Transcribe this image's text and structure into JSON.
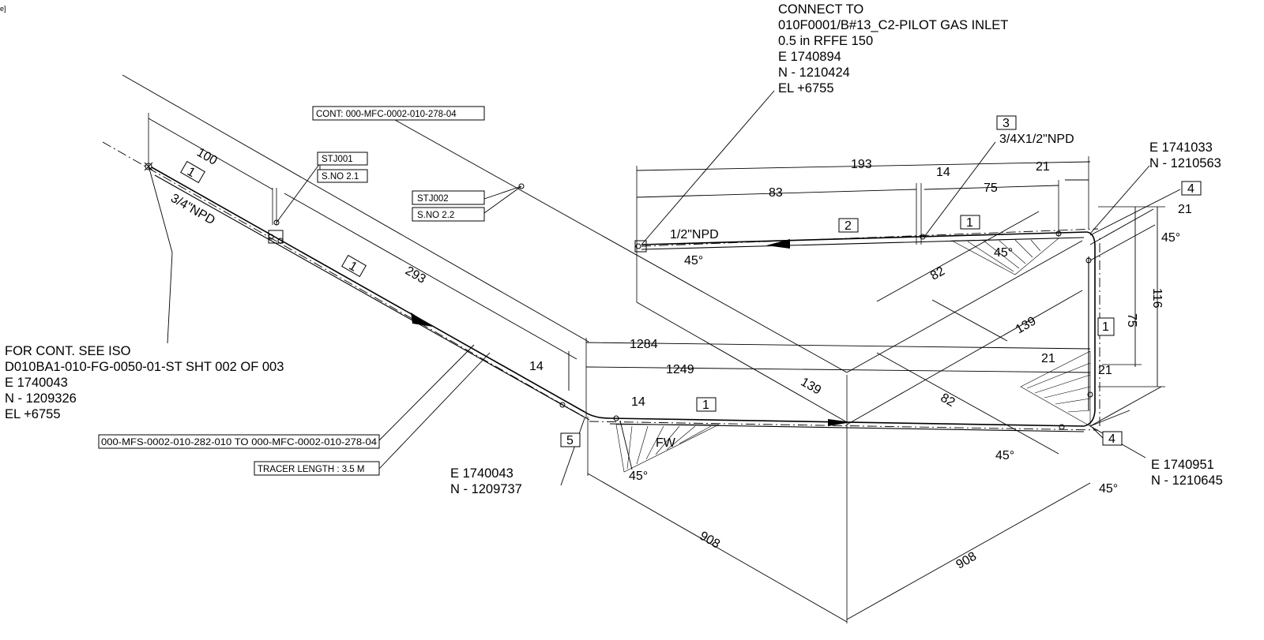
{
  "corner_text": "e]",
  "connect_note": {
    "lines": [
      "CONNECT TO",
      "010F0001/B#13_C2-PILOT GAS INLET",
      "0.5 in RFFE 150",
      "E 1740894",
      "N - 1210424",
      "EL +6755"
    ]
  },
  "cont_iso_note": {
    "lines": [
      "FOR CONT. SEE ISO",
      "D010BA1-010-FG-0050-01-ST SHT 002 OF 003",
      "E 1740043",
      "N - 1209326",
      "EL +6755"
    ]
  },
  "coord_bottom_left": {
    "lines": [
      "E 1740043",
      "N - 1209737"
    ]
  },
  "coord_top_right": {
    "lines": [
      "E 1741033",
      "N - 1210563"
    ]
  },
  "coord_bottom_right": {
    "lines": [
      "E 1740951",
      "N - 1210645"
    ]
  },
  "labels": {
    "cont": "CONT: 000-MFC-0002-010-278-04",
    "stj001": "STJ001",
    "sno21": "S.NO 2.1",
    "stj002": "STJ002",
    "sno22": "S.NO 2.2",
    "line_range": "000-MFS-0002-010-282-010 TO 000-MFC-0002-010-278-04",
    "tracer": "TRACER LENGTH : 3.5 M"
  },
  "sizes": {
    "npd_34": "3/4\"NPD",
    "npd_12": "1/2\"NPD",
    "npd_red": "3/4X1/2\"NPD",
    "fw": "FW"
  },
  "callouts": {
    "c1a": "1",
    "c1b": "1",
    "c1c": "1",
    "c1d": "1",
    "c1e": "1",
    "c2": "2",
    "c3": "3",
    "c4a": "4",
    "c4b": "4",
    "c5": "5"
  },
  "dims": {
    "d100": "100",
    "d293": "293",
    "d193": "193",
    "d83": "83",
    "d14a": "14",
    "d75a": "75",
    "d21a": "21",
    "d21b": "21",
    "d21c": "21",
    "d21d": "21",
    "d82a": "82",
    "d82b": "82",
    "d139a": "139",
    "d139b": "139",
    "d1284": "1284",
    "d1249": "1249",
    "d14b": "14",
    "d14c": "14",
    "d75b": "75",
    "d116": "116",
    "d908a": "908",
    "d908b": "908"
  },
  "angles": {
    "a1": "45°",
    "a2": "45°",
    "a3": "45°",
    "a4": "45°",
    "a5": "45°",
    "a6": "45°"
  }
}
